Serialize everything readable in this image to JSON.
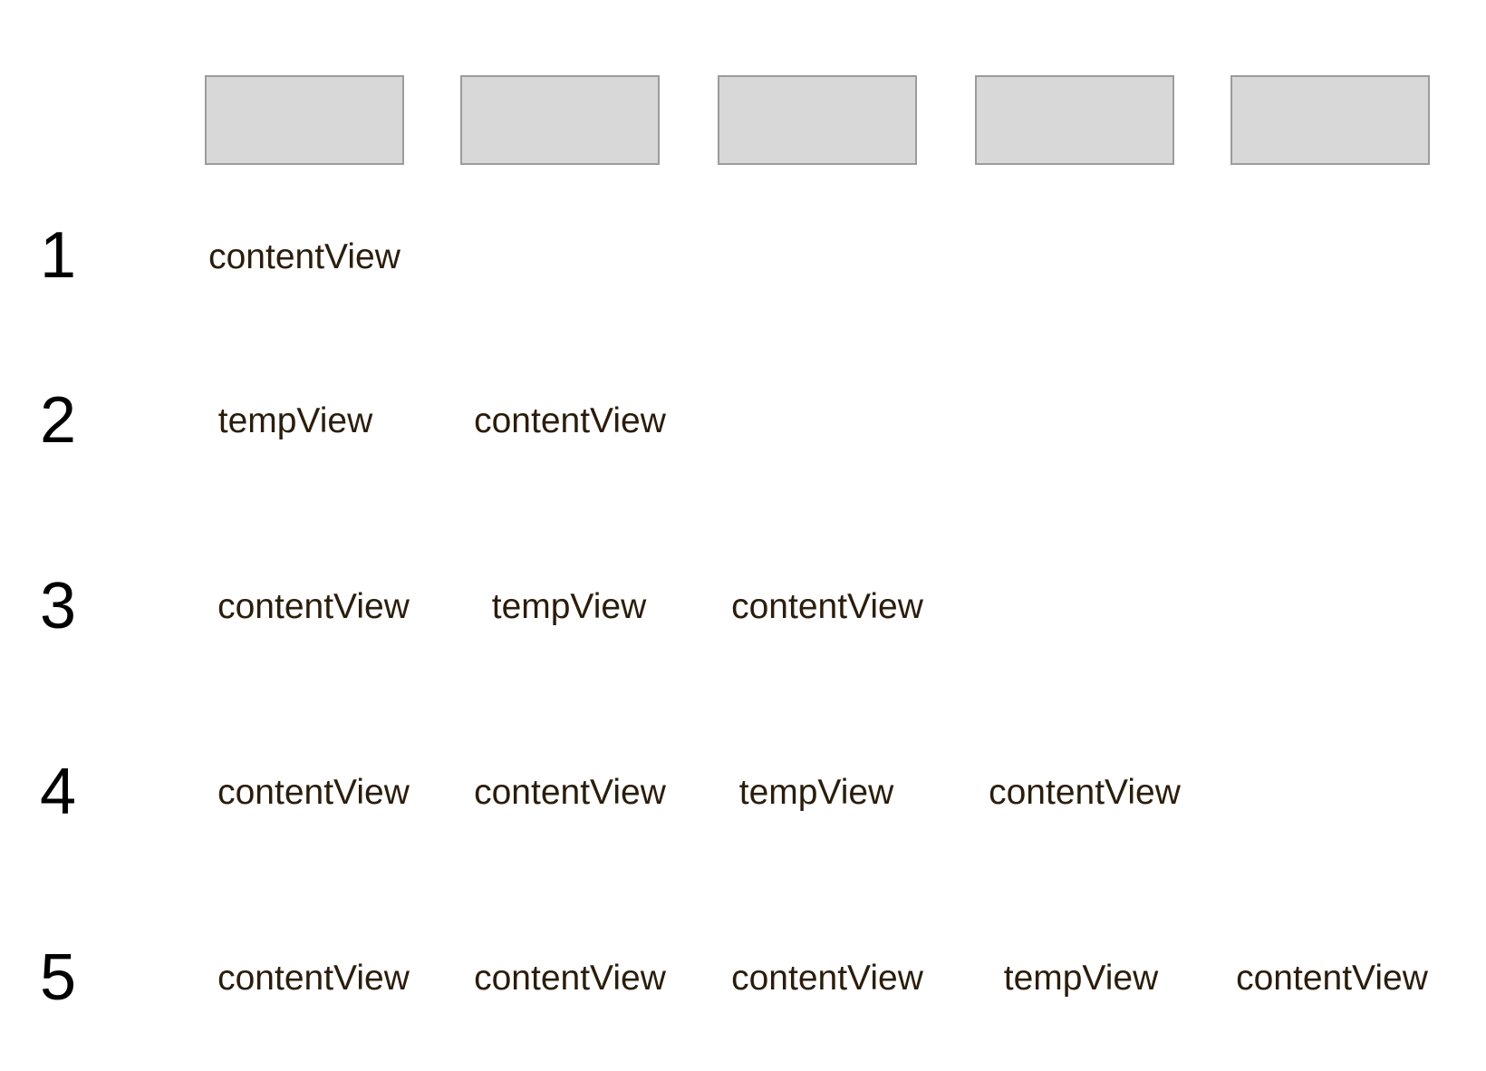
{
  "colors": {
    "slot_fill": "#d8d8d8",
    "slot_border": "#9c9c9c",
    "label_text": "#2b1d0c",
    "row_number_text": "#000000",
    "background": "#ffffff"
  },
  "slots_count": 5,
  "rows": [
    {
      "number": "1",
      "cells": [
        "contentView"
      ]
    },
    {
      "number": "2",
      "cells": [
        "tempView",
        "contentView"
      ]
    },
    {
      "number": "3",
      "cells": [
        "contentView",
        "tempView",
        "contentView"
      ]
    },
    {
      "number": "4",
      "cells": [
        "contentView",
        "contentView",
        "tempView",
        "contentView"
      ]
    },
    {
      "number": "5",
      "cells": [
        "contentView",
        "contentView",
        "contentView",
        "tempView",
        "contentView"
      ]
    }
  ]
}
